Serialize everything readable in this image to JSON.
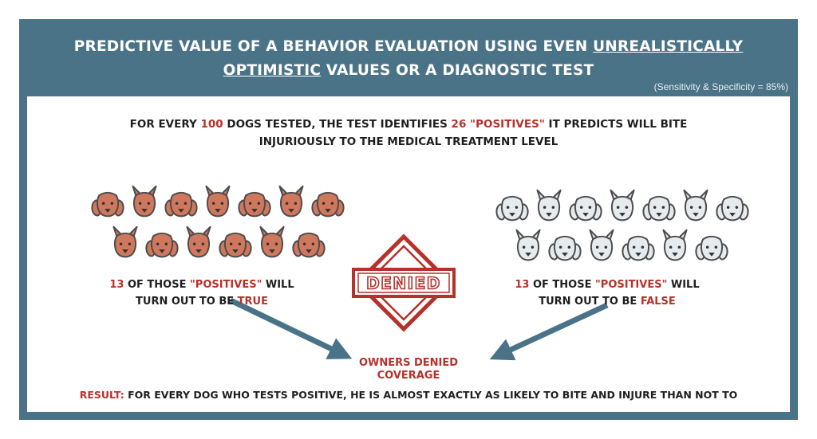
{
  "header": {
    "title_part1": "PREDICTIVE VALUE OF A BEHAVIOR EVALUATION USING EVEN ",
    "title_underline1": "UNREALISTICALLY",
    "title_underline2": "OPTIMISTIC",
    "title_part2": " VALUES OR A DIAGNOSTIC TEST",
    "subtitle": "(Sensitivity & Specificity = 85%)"
  },
  "lead": {
    "prefix": "FOR EVERY ",
    "tested_count": "100",
    "middle": " DOGS TESTED, THE TEST IDENTIFIES  ",
    "positive_count": "26",
    "positives_word": "\"POSITIVES\"",
    "suffix": " IT PREDICTS WILL BITE",
    "line2": "INJURIOUSLY TO THE MEDICAL TREATMENT LEVEL"
  },
  "left_group": {
    "count": "13",
    "text1": " OF THOSE  ",
    "positives_word": "\"POSITIVES\"",
    "text2": " WILL",
    "line2": "TURN OUT TO BE ",
    "verdict": "TRUE",
    "dog_count": 13,
    "dog_color": "#d0785e"
  },
  "right_group": {
    "count": "13",
    "text1": " OF THOSE  ",
    "positives_word": "\"POSITIVES\"",
    "text2": " WILL",
    "line2": "TURN OUT TO BE ",
    "verdict": "FALSE",
    "dog_count": 13,
    "dog_color": "#e6ebee"
  },
  "stamp": {
    "label": "DENIED",
    "color": "#b5312a"
  },
  "outcome": {
    "line1": "OWNERS DENIED",
    "line2": "COVERAGE"
  },
  "result": {
    "label": "RESULT:",
    "text": " FOR EVERY DOG WHO TESTS POSITIVE, HE IS ALMOST EXACTLY AS LIKELY TO BITE AND INJURE THAN NOT TO"
  },
  "colors": {
    "frame": "#4a7387",
    "accent_red": "#b5312a",
    "arrow": "#4a7387"
  }
}
